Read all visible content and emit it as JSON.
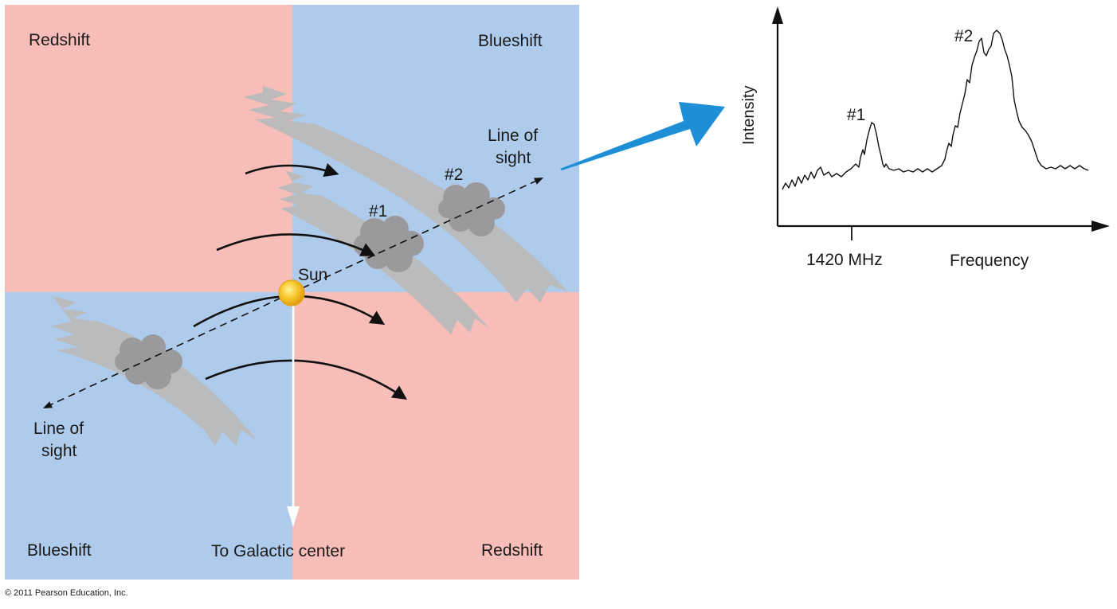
{
  "diagram": {
    "quadrant_labels": {
      "top_left": "Redshift",
      "top_right": "Blueshift",
      "bottom_left": "Blueshift",
      "bottom_right": "Redshift"
    },
    "line_of_sight_upper": [
      "Line of",
      "sight"
    ],
    "line_of_sight_lower": [
      "Line of",
      "sight"
    ],
    "cloud_1_label": "#1",
    "cloud_2_label": "#2",
    "sun_label": "Sun",
    "galactic_center_label": "To Galactic center",
    "copyright": "© 2011 Pearson Education, Inc.",
    "colors": {
      "red_quadrant": "#f7bdb8",
      "blue_quadrant": "#aecbeb",
      "arm_gray": "#b9b9bb",
      "cloud_gray": "#9a9a9c",
      "pointer_blue": "#1e8fd6",
      "sun_yellow": "#f7c52a"
    }
  },
  "spectrum": {
    "y_axis_label": "Intensity",
    "x_axis_label": "Frequency",
    "x_tick_label": "1420 MHz",
    "peak_1_label": "#1",
    "peak_2_label": "#2"
  }
}
